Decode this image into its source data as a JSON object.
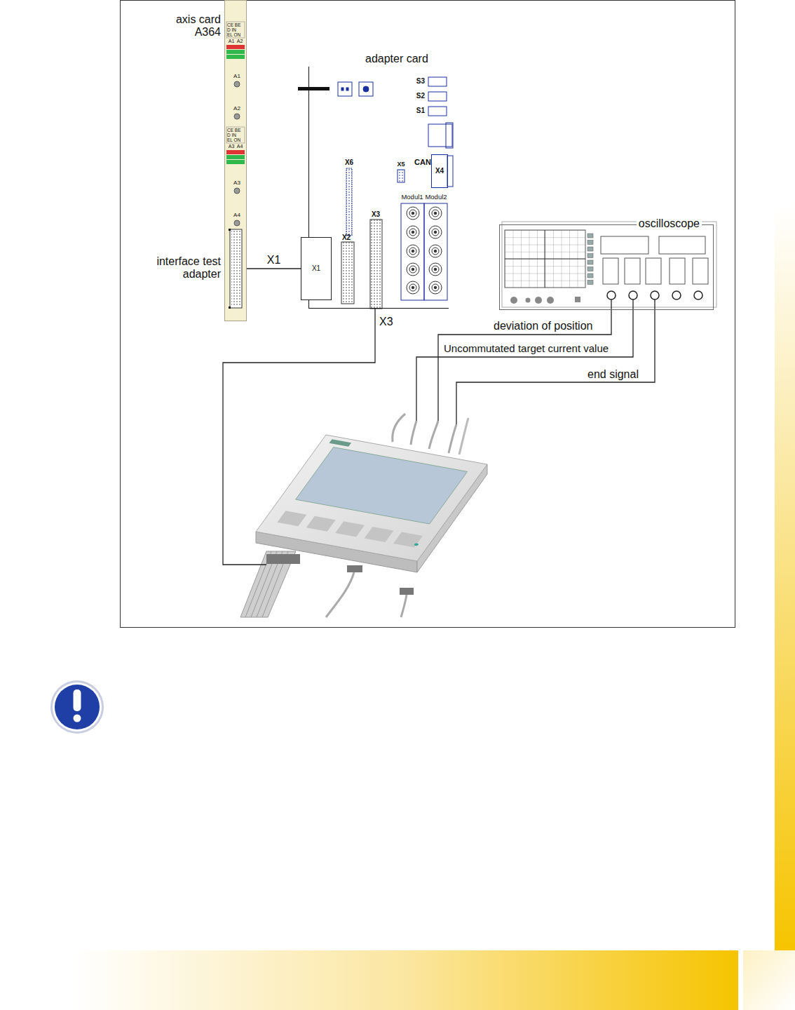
{
  "diagram": {
    "nodes": [
      {
        "text": [
          "axis card A364"
        ]
      },
      {
        "text": [
          "adapter card"
        ]
      },
      {
        "text": [
          "X1"
        ],
        "in": 1
      },
      {
        "text": [
          "X4"
        ],
        "in": 1
      },
      {
        "text": [
          "oscilloscope"
        ]
      }
    ],
    "edges": [
      {
        "from": 0,
        "to": 2,
        "arrow": "none",
        "label": "X1"
      }
    ],
    "labels": [
      "CE BE",
      "D IN",
      "EL ON",
      "A1",
      "A2",
      "A1",
      "A2",
      "CE BE",
      "D IN",
      "EL ON",
      "A3",
      "A4",
      "A3",
      "A4",
      "interface test adapter",
      "S3",
      "S2",
      "S1",
      "X6",
      "X5",
      "CAN",
      "X2",
      "X3",
      "Modul1",
      "Modul2",
      "X3",
      "deviation of position",
      "Uncommutated target current value",
      "end signal"
    ]
  }
}
